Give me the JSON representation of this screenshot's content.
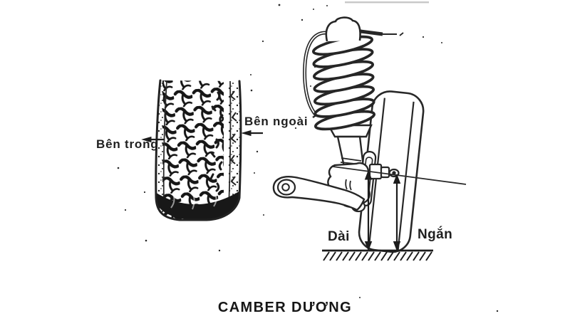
{
  "figure": {
    "caption": "CAMBER DƯƠNG",
    "tire_view": {
      "inner_label": "Bên trong",
      "outer_label": "Bên ngoài"
    },
    "suspension_view": {
      "long_label": "Dài",
      "short_label": "Ngắn"
    },
    "colors": {
      "ink": "#1f1f1f",
      "paper": "#ffffff"
    }
  }
}
